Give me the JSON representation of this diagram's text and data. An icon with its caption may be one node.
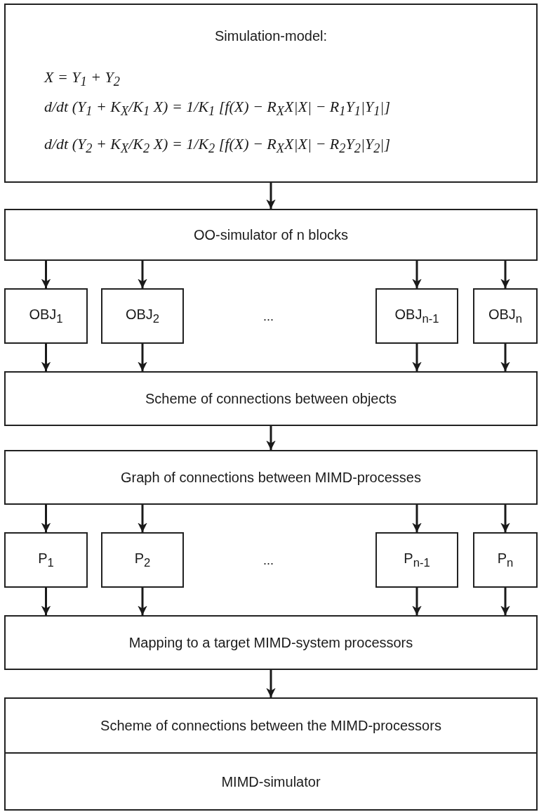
{
  "diagram": {
    "nodes": [
      {
        "text": [
          "Simulation-model:",
          "X = Y$_{1}$ + Y$_{2}$",
          "d/dt (Y$_{1}$ + K$_{X}$/K$_{1}$ X) = 1/K$_{1}$ [f(X) − R$_{X}$X|X| − R$_{1}$Y$_{1}$|Y$_{1}$|]",
          "d/dt (Y$_{2}$ + K$_{X}$/K$_{2}$ X) = 1/K$_{2}$ [f(X) − R$_{X}$X|X| − R$_{2}$Y$_{2}$|Y$_{2}$|]"
        ]
      },
      {
        "text": [
          "OO-simulator of n blocks"
        ]
      },
      {
        "text": [
          "OBJ$_{1}$"
        ]
      },
      {
        "text": [
          "OBJ$_{2}$"
        ]
      },
      {
        "text": [
          "OBJ$_{n-1}$"
        ]
      },
      {
        "text": [
          "OBJ$_{n}$"
        ]
      },
      {
        "text": [
          "Scheme of connections between objects"
        ]
      },
      {
        "text": [
          "Graph of connections between MIMD-processes"
        ]
      },
      {
        "text": [
          "P$_{1}$"
        ]
      },
      {
        "text": [
          "P$_{2}$"
        ]
      },
      {
        "text": [
          "P$_{n-1}$"
        ]
      },
      {
        "text": [
          "P$_{n}$"
        ]
      },
      {
        "text": [
          "Mapping to a target MIMD-system processors"
        ]
      },
      {
        "text": [
          "Scheme of connections between the MIMD-processors"
        ]
      },
      {
        "text": [
          "MIMD-simulator"
        ]
      }
    ],
    "edges": [
      {
        "from": 0,
        "to": 1,
        "arrow": "to"
      },
      {
        "from": 1,
        "to": 2,
        "arrow": "to"
      },
      {
        "from": 1,
        "to": 3,
        "arrow": "to"
      },
      {
        "from": 1,
        "to": 4,
        "arrow": "to"
      },
      {
        "from": 1,
        "to": 5,
        "arrow": "to"
      },
      {
        "from": 2,
        "to": 6,
        "arrow": "to"
      },
      {
        "from": 3,
        "to": 6,
        "arrow": "to"
      },
      {
        "from": 4,
        "to": 6,
        "arrow": "to"
      },
      {
        "from": 5,
        "to": 6,
        "arrow": "to"
      },
      {
        "from": 6,
        "to": 7,
        "arrow": "to"
      },
      {
        "from": 7,
        "to": 8,
        "arrow": "to"
      },
      {
        "from": 7,
        "to": 9,
        "arrow": "to"
      },
      {
        "from": 7,
        "to": 10,
        "arrow": "to"
      },
      {
        "from": 7,
        "to": 11,
        "arrow": "to"
      },
      {
        "from": 8,
        "to": 12,
        "arrow": "to"
      },
      {
        "from": 9,
        "to": 12,
        "arrow": "to"
      },
      {
        "from": 10,
        "to": 12,
        "arrow": "to"
      },
      {
        "from": 11,
        "to": 12,
        "arrow": "to"
      },
      {
        "from": 12,
        "to": 13,
        "arrow": "to"
      }
    ],
    "labels": [
      "...",
      "..."
    ]
  }
}
